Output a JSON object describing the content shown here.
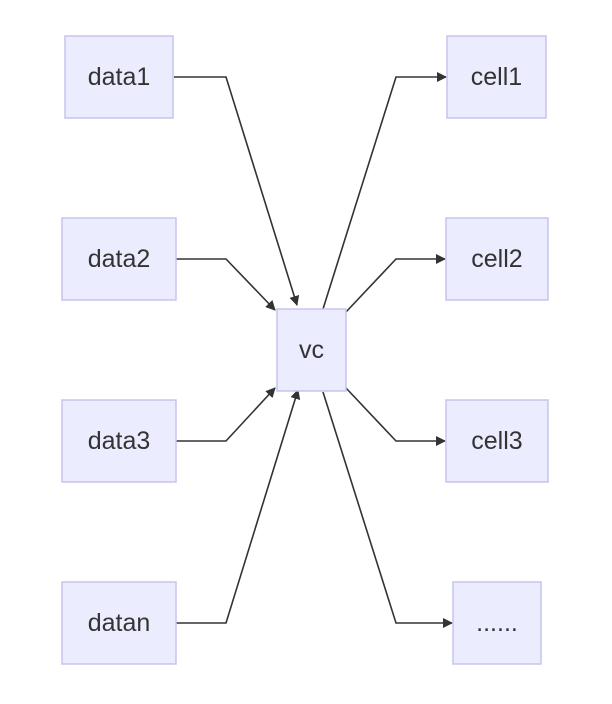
{
  "diagram": {
    "type": "flowchart",
    "colors": {
      "node_fill": "#ECECFF",
      "node_stroke": "#C7C3EE",
      "edge": "#333333",
      "text": "#333333"
    },
    "nodes": {
      "data1": "data1",
      "data2": "data2",
      "data3": "data3",
      "datan": "datan",
      "vc": "vc",
      "cell1": "cell1",
      "cell2": "cell2",
      "cell3": "cell3",
      "more": "......"
    },
    "edges": [
      {
        "from": "data1",
        "to": "vc"
      },
      {
        "from": "data2",
        "to": "vc"
      },
      {
        "from": "data3",
        "to": "vc"
      },
      {
        "from": "datan",
        "to": "vc"
      },
      {
        "from": "vc",
        "to": "cell1"
      },
      {
        "from": "vc",
        "to": "cell2"
      },
      {
        "from": "vc",
        "to": "cell3"
      },
      {
        "from": "vc",
        "to": "more"
      }
    ]
  }
}
